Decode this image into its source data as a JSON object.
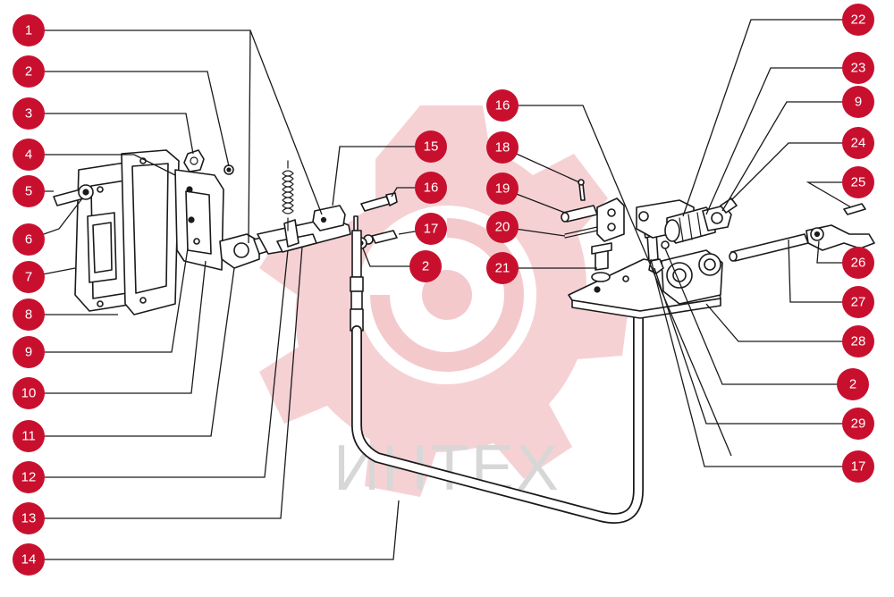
{
  "colors": {
    "callout": "#c8102e",
    "line": "#1a1a1a",
    "watermark_gear": "#f4c9cc",
    "watermark_text": "#d7d7d7"
  },
  "watermark": {
    "text": "ИНТЕХ"
  },
  "callouts": [
    {
      "id": "c1",
      "label": "1"
    },
    {
      "id": "c2a",
      "label": "2"
    },
    {
      "id": "c3",
      "label": "3"
    },
    {
      "id": "c4",
      "label": "4"
    },
    {
      "id": "c5",
      "label": "5"
    },
    {
      "id": "c6",
      "label": "6"
    },
    {
      "id": "c7",
      "label": "7"
    },
    {
      "id": "c8",
      "label": "8"
    },
    {
      "id": "c9a",
      "label": "9"
    },
    {
      "id": "c10",
      "label": "10"
    },
    {
      "id": "c11",
      "label": "11"
    },
    {
      "id": "c12",
      "label": "12"
    },
    {
      "id": "c13",
      "label": "13"
    },
    {
      "id": "c14",
      "label": "14"
    },
    {
      "id": "c15",
      "label": "15"
    },
    {
      "id": "c16a",
      "label": "16"
    },
    {
      "id": "c17a",
      "label": "17"
    },
    {
      "id": "c2b",
      "label": "2"
    },
    {
      "id": "c16b",
      "label": "16"
    },
    {
      "id": "c18",
      "label": "18"
    },
    {
      "id": "c19",
      "label": "19"
    },
    {
      "id": "c20",
      "label": "20"
    },
    {
      "id": "c21",
      "label": "21"
    },
    {
      "id": "c22",
      "label": "22"
    },
    {
      "id": "c23",
      "label": "23"
    },
    {
      "id": "c9b",
      "label": "9"
    },
    {
      "id": "c24",
      "label": "24"
    },
    {
      "id": "c25",
      "label": "25"
    },
    {
      "id": "c26",
      "label": "26"
    },
    {
      "id": "c27",
      "label": "27"
    },
    {
      "id": "c28",
      "label": "28"
    },
    {
      "id": "c2c",
      "label": "2"
    },
    {
      "id": "c29",
      "label": "29"
    },
    {
      "id": "c17b",
      "label": "17"
    }
  ]
}
